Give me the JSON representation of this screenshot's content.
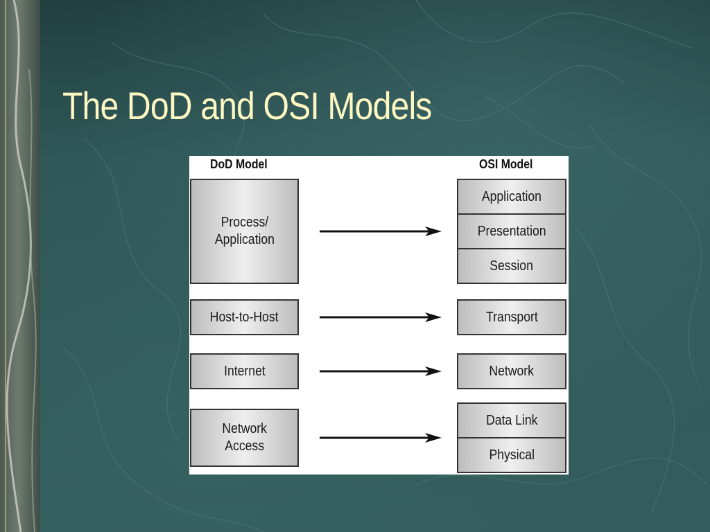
{
  "slide": {
    "title": "The DoD and OSI Models"
  },
  "diagram": {
    "dod_heading": "DoD Model",
    "osi_heading": "OSI Model",
    "dod_layers": {
      "process_application": "Process/\nApplication",
      "host_to_host": "Host-to-Host",
      "internet": "Internet",
      "network_access": "Network\nAccess"
    },
    "osi_layers": {
      "application": "Application",
      "presentation": "Presentation",
      "session": "Session",
      "transport": "Transport",
      "network": "Network",
      "data_link": "Data Link",
      "physical": "Physical"
    }
  },
  "colors": {
    "background": "#2f5656",
    "title": "#fdf7c2",
    "diagram_bg": "#ffffff"
  }
}
